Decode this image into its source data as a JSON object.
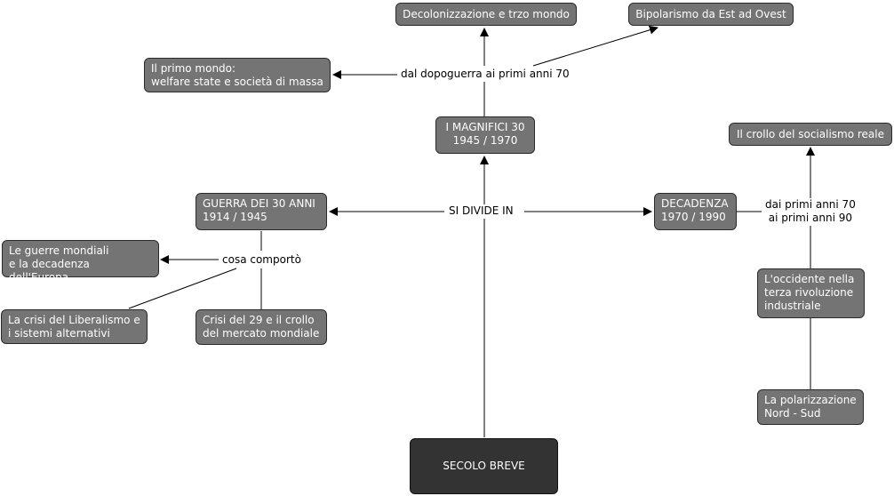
{
  "colors": {
    "node_fill": "#747474",
    "root_fill": "#333333",
    "node_text": "#ffffff",
    "line": "#000000"
  },
  "nodes": {
    "root": "SECOLO BREVE",
    "magnifici": "I MAGNIFICI 30\n1945 / 1970",
    "guerra": "GUERRA DEI 30 ANNI\n1914 / 1945",
    "decadenza": "DECADENZA\n1970 / 1990",
    "decolonizzazione": "Decolonizzazione e trzo mondo",
    "bipolarismo": "Bipolarismo da Est ad Ovest",
    "primo_mondo": "Il primo mondo:\nwelfare state e società di massa",
    "guerre_mondiali": "Le guerre mondiali\ne la decadenza dell'Europa",
    "crisi_liberalismo": "La crisi del Liberalismo e\ni sistemi alternativi",
    "crisi_29": "Crisi del 29 e il crollo\ndel mercato mondiale",
    "crollo_socialismo": "Il crollo del socialismo reale",
    "occidente": "L'occidente nella\nterza rivoluzione\nindustriale",
    "polarizzazione": "La polarizzazione\nNord - Sud"
  },
  "links": {
    "si_divide_in": "SI DIVIDE IN",
    "dopoguerra": "dal dopoguerra ai primi anni 70",
    "cosa_comporto": "cosa comportò",
    "primi_anni": "dai primi anni 70\nai primi anni 90"
  }
}
